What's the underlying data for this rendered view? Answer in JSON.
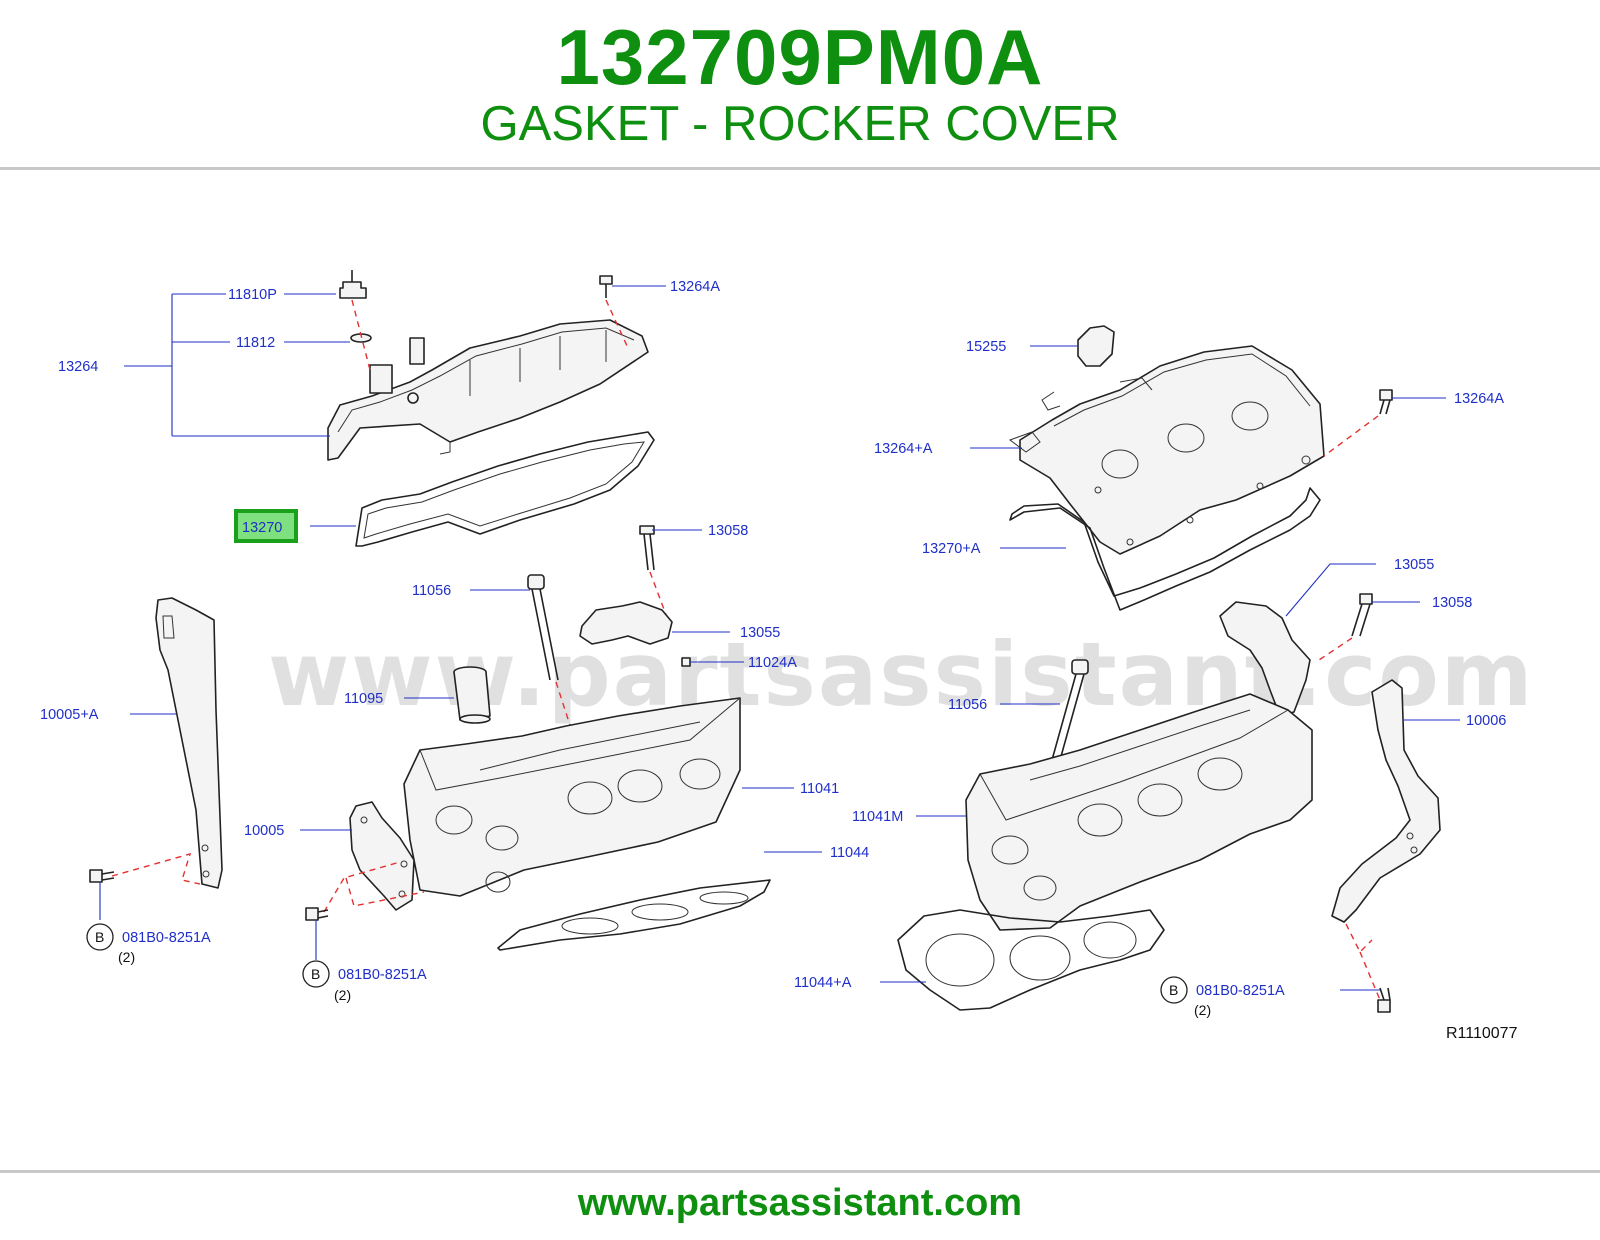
{
  "header": {
    "part_number": "132709PM0A",
    "part_description": "GASKET - ROCKER COVER"
  },
  "diagram": {
    "watermark": "www.partsassistant.com",
    "reference_code": "R1110077",
    "highlighted_label": "13270",
    "labels": {
      "l_11810P": "11810P",
      "l_11812": "11812",
      "l_13264": "13264",
      "l_13264A_left": "13264A",
      "l_13270": "13270",
      "l_13058_left": "13058",
      "l_11056_left": "11056",
      "l_13055_left": "13055",
      "l_11024A": "11024A",
      "l_11095": "11095",
      "l_10005A": "10005+A",
      "l_11041": "11041",
      "l_10005": "10005",
      "l_11044": "11044",
      "l_bolt_1": "081B0-8251A",
      "l_bolt_2": "081B0-8251A",
      "l_bolt_3": "081B0-8251A",
      "l_15255": "15255",
      "l_13264A_right": "13264A",
      "l_13264pA": "13264+A",
      "l_13270pA": "13270+A",
      "l_13055_right": "13055",
      "l_13058_right": "13058",
      "l_11056_right": "11056",
      "l_10006": "10006",
      "l_11041M": "11041M",
      "l_11044pA": "11044+A"
    },
    "callout_letter": "B",
    "quantity": "(2)"
  },
  "footer": {
    "url": "www.partsassistant.com"
  },
  "colors": {
    "brand_green": "#0f8f0f",
    "label_blue": "#1f2fc8",
    "highlight_fill": "#7fe07f",
    "highlight_border": "#1aa01a",
    "leader_dash_red": "#e53030"
  }
}
